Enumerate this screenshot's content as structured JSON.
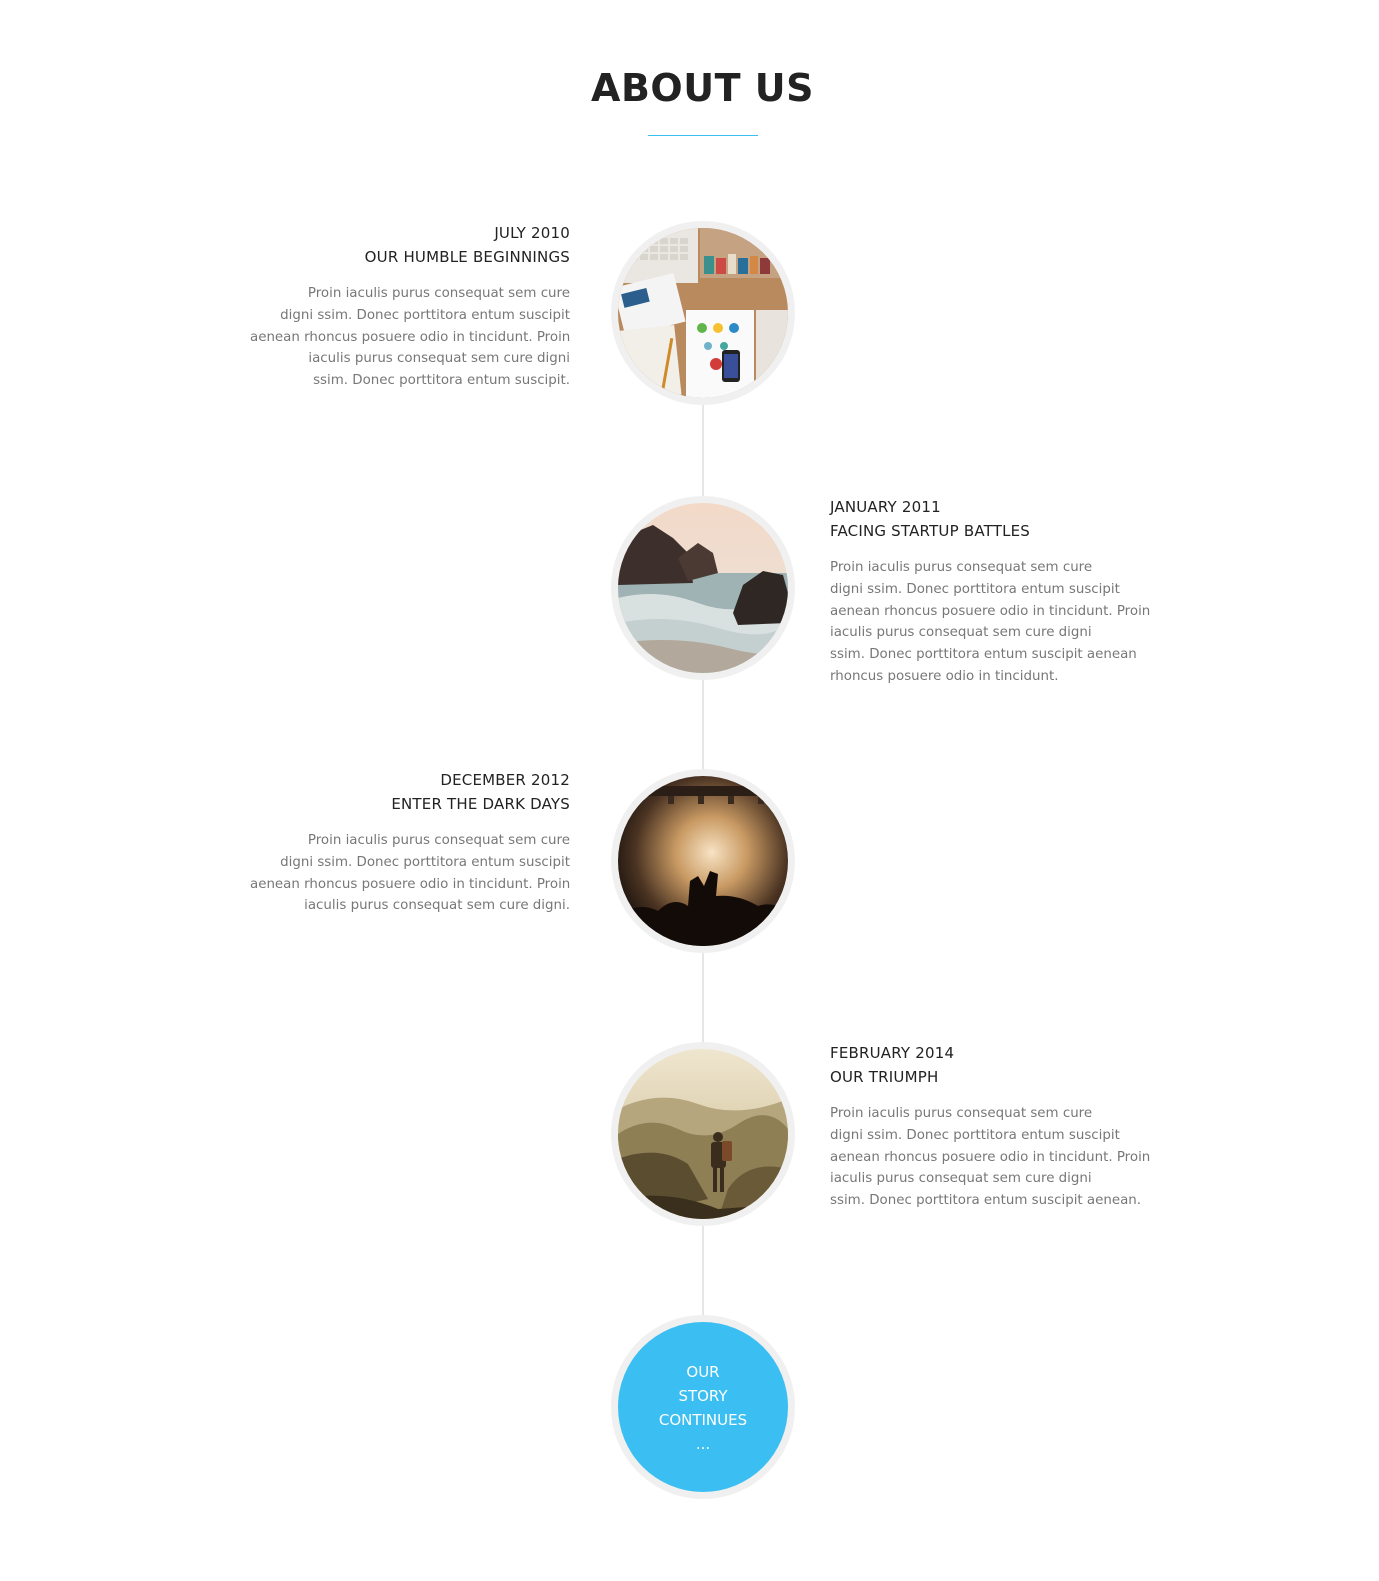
{
  "section": {
    "title": "ABOUT US",
    "accent_color": "#3bbfef"
  },
  "timeline": [
    {
      "date": "JULY 2010",
      "heading": "OUR HUMBLE BEGINNINGS",
      "body_lines": [
        "Proin iaculis purus consequat sem cure",
        "digni ssim. Donec porttitora entum suscipit",
        "aenean rhoncus posuere odio in tincidunt. Proin",
        "iaculis purus consequat sem cure digni",
        "ssim. Donec porttitora entum suscipit."
      ],
      "image": "desk-workspace-image",
      "side": "left"
    },
    {
      "date": "JANUARY 2011",
      "heading": "FACING STARTUP BATTLES",
      "body_lines": [
        "Proin iaculis purus consequat sem cure",
        "digni ssim. Donec porttitora entum suscipit",
        "aenean rhoncus posuere odio in tincidunt. Proin",
        "iaculis purus consequat sem cure digni",
        "ssim. Donec porttitora entum suscipit aenean",
        "rhoncus posuere odio in tincidunt."
      ],
      "image": "sea-rocks-image",
      "side": "right"
    },
    {
      "date": "DECEMBER 2012",
      "heading": "ENTER THE DARK DAYS",
      "body_lines": [
        "Proin iaculis purus consequat sem cure",
        "digni ssim. Donec porttitora entum suscipit",
        "aenean rhoncus posuere odio in tincidunt. Proin",
        "iaculis purus consequat sem cure digni."
      ],
      "image": "concert-crowd-image",
      "side": "left"
    },
    {
      "date": "FEBRUARY 2014",
      "heading": "OUR TRIUMPH",
      "body_lines": [
        "Proin iaculis purus consequat sem cure",
        "digni ssim. Donec porttitora entum suscipit",
        "aenean rhoncus posuere odio in tincidunt. Proin",
        "iaculis purus consequat sem cure digni",
        "ssim. Donec porttitora entum suscipit aenean."
      ],
      "image": "mountain-hiker-image",
      "side": "right"
    }
  ],
  "continues": {
    "lines": [
      "OUR",
      "STORY",
      "CONTINUES",
      "..."
    ],
    "color": "#3bbff3"
  }
}
